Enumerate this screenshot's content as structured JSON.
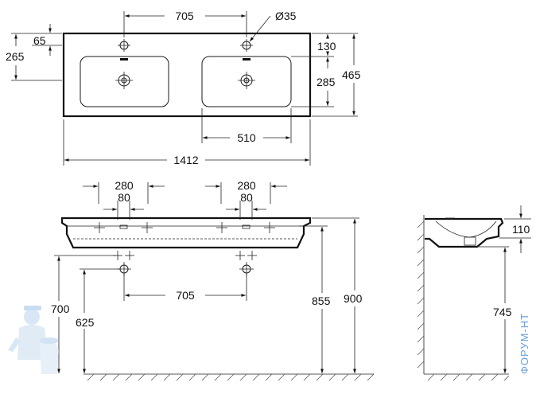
{
  "top_view": {
    "dim_hole_spacing": "705",
    "dim_hole_diameter": "Ø35",
    "dim_edge_to_hole": "65",
    "dim_edge_to_drain": "265",
    "dim_back_to_basin": "130",
    "dim_basin_depth": "285",
    "dim_total_depth": "465",
    "dim_basin_width": "510",
    "dim_total_width": "1412"
  },
  "front_view": {
    "dim_left_outer": "280",
    "dim_left_inner": "80",
    "dim_right_outer": "280",
    "dim_right_inner": "80",
    "dim_drain_spacing": "705",
    "dim_supply_height": "700",
    "dim_drain_height": "625",
    "dim_underside_height": "855",
    "dim_top_height": "900"
  },
  "side_view": {
    "dim_thickness": "110",
    "dim_height": "745"
  },
  "watermark": {
    "text": "ФОРУМ-НТ"
  }
}
